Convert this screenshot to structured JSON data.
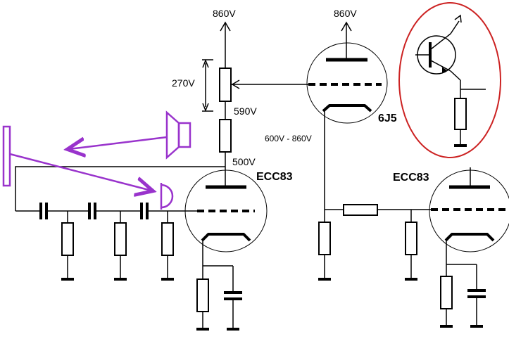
{
  "labels": {
    "supply_left": "860V",
    "supply_right": "860V",
    "pot_range": "270V",
    "node_590": "590V",
    "node_500": "500V",
    "range_6j5": "600V - 860V",
    "tube_6j5": "6J5",
    "tube_ecc83_left": "ECC83",
    "tube_ecc83_right": "ECC83"
  },
  "colors": {
    "wire": "#000000",
    "acoustic": "#9933cc",
    "highlight": "#cc2222"
  },
  "icons": [
    "speaker-icon",
    "microphone-icon",
    "transistor-icon",
    "ground-icon",
    "arrow-icon"
  ]
}
